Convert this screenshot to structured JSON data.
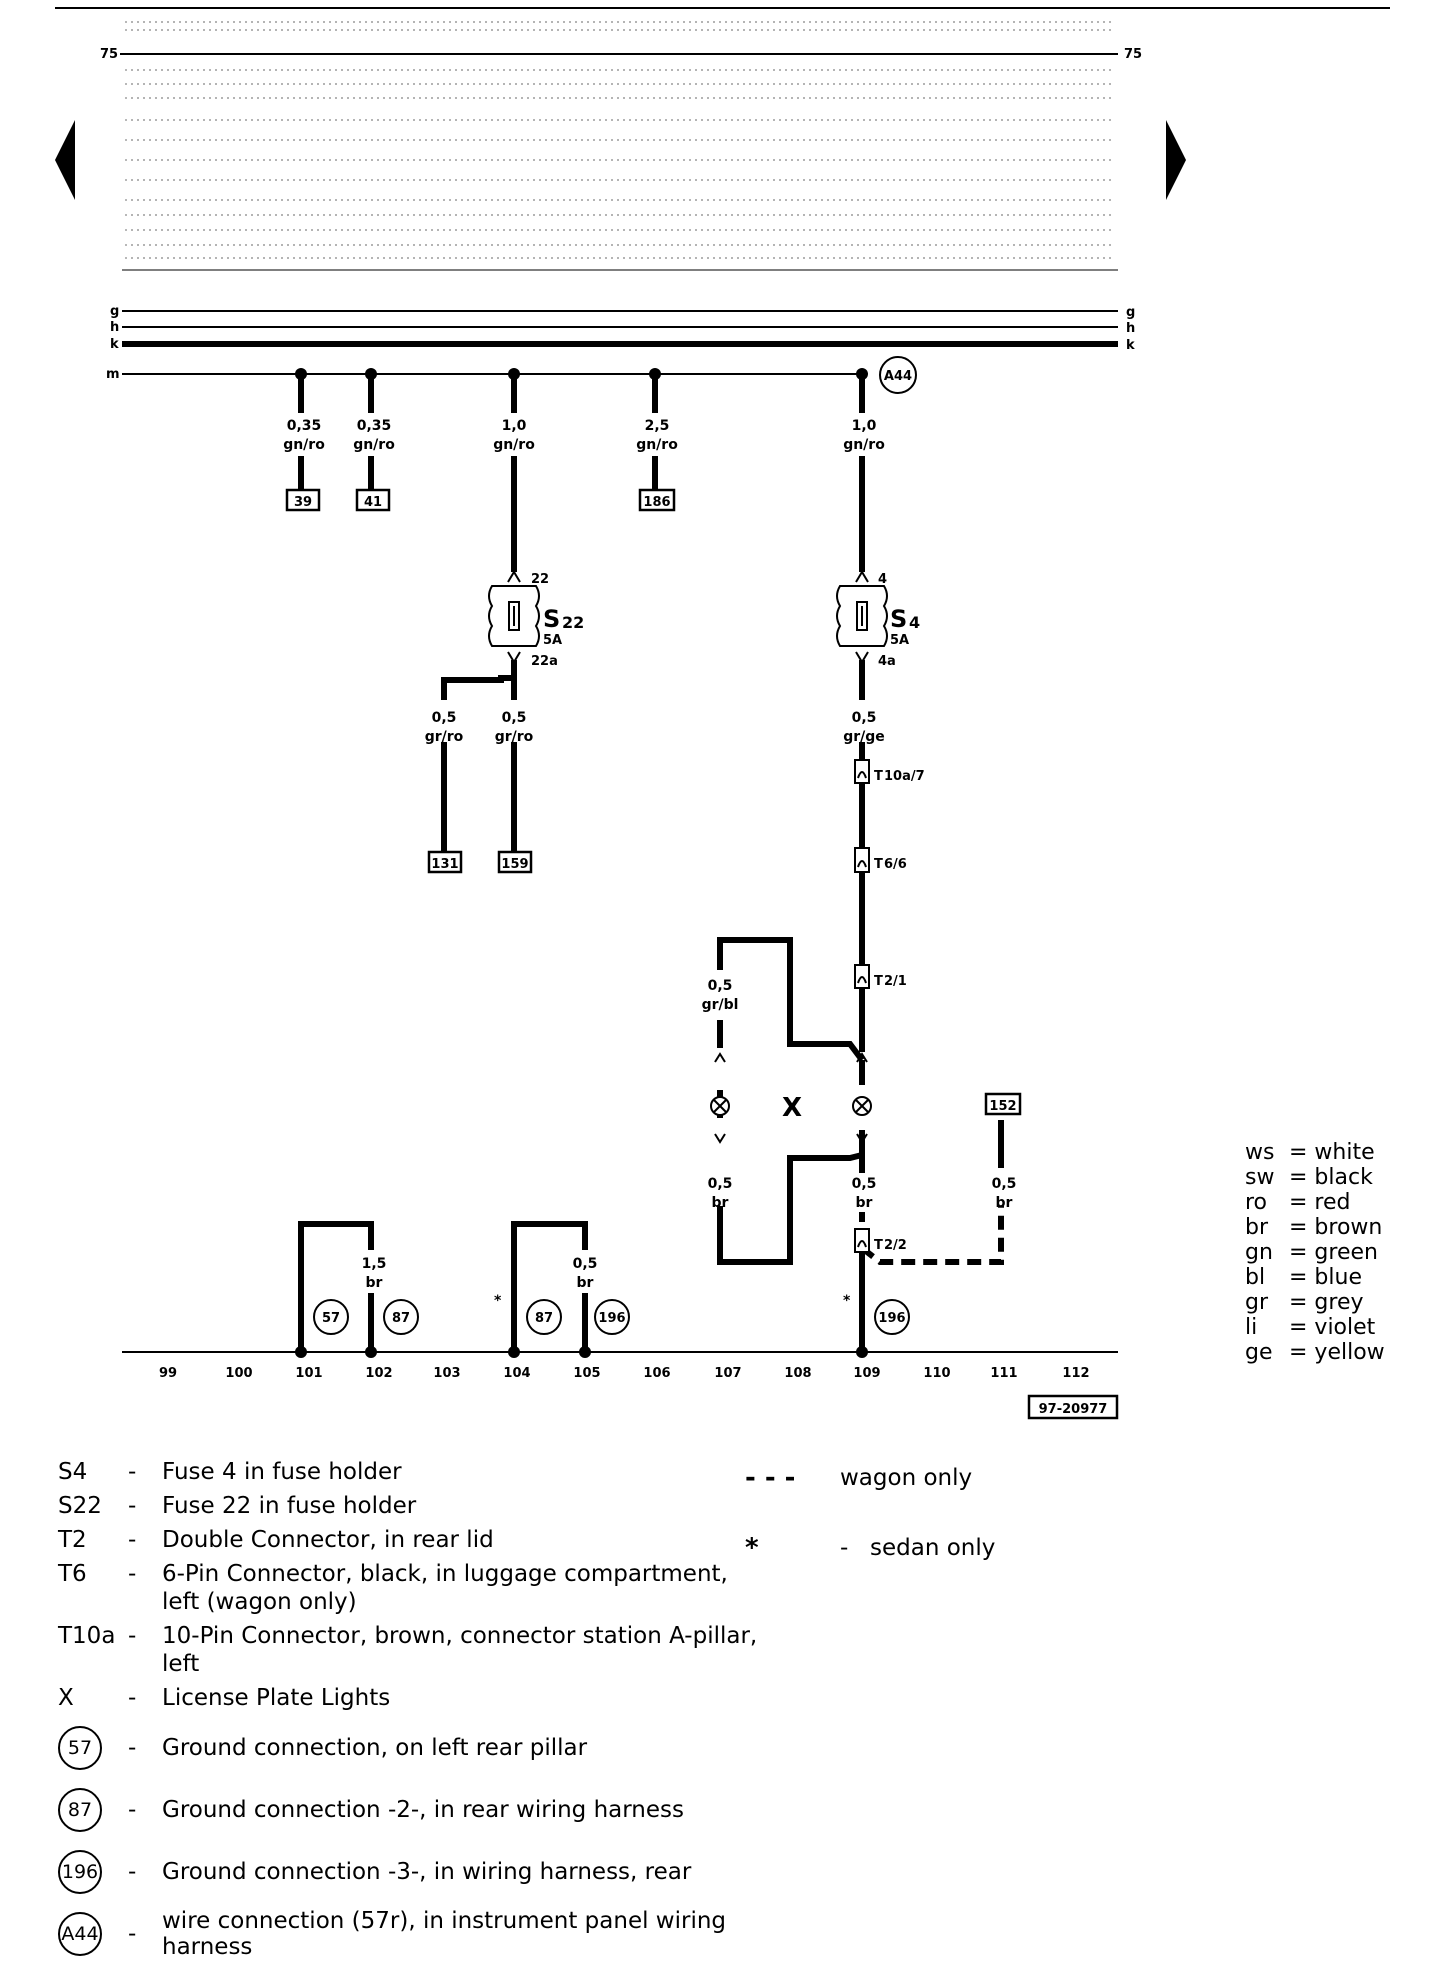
{
  "top_markers": {
    "left": "75",
    "right": "75"
  },
  "buses": [
    {
      "label_left": "g",
      "label_right": "g"
    },
    {
      "label_left": "h",
      "label_right": "h"
    },
    {
      "label_left": "k",
      "label_right": "k"
    },
    {
      "label_left": "m",
      "label_right": ""
    }
  ],
  "wires": [
    {
      "gauge": "0,35",
      "color": "gn/ro"
    },
    {
      "gauge": "0,35",
      "color": "gn/ro"
    },
    {
      "gauge": "1,0",
      "color": "gn/ro"
    },
    {
      "gauge": "2,5",
      "color": "gn/ro"
    },
    {
      "gauge": "1,0",
      "color": "gn/ro"
    },
    {
      "gauge": "0,5",
      "color": "gr/ro"
    },
    {
      "gauge": "0,5",
      "color": "gr/ro"
    },
    {
      "gauge": "0,5",
      "color": "gr/ge"
    },
    {
      "gauge": "0,5",
      "color": "gr/bl"
    },
    {
      "gauge": "0,5",
      "color": "br"
    },
    {
      "gauge": "0,5",
      "color": "br"
    },
    {
      "gauge": "0,5",
      "color": "br"
    },
    {
      "gauge": "1,5",
      "color": "br"
    },
    {
      "gauge": "0,5",
      "color": "br"
    }
  ],
  "ref_boxes": [
    "39",
    "41",
    "186",
    "131",
    "159",
    "152"
  ],
  "fuses": [
    {
      "name": "S",
      "sub": "22",
      "rating": "5A",
      "pin_in": "22",
      "pin_out": "22a"
    },
    {
      "name": "S",
      "sub": "4",
      "rating": "5A",
      "pin_in": "4",
      "pin_out": "4a"
    }
  ],
  "connectors": [
    {
      "name": "T",
      "sub": "10a/7"
    },
    {
      "name": "T",
      "sub": "6/6"
    },
    {
      "name": "T",
      "sub": "2/1"
    },
    {
      "name": "T",
      "sub": "2/2"
    }
  ],
  "component_x": "X",
  "grounds_diagram": [
    "57",
    "87",
    "87",
    "196",
    "196"
  ],
  "wire_connection": "A44",
  "star": "*",
  "track_numbers": [
    "99",
    "100",
    "101",
    "102",
    "103",
    "104",
    "105",
    "106",
    "107",
    "108",
    "109",
    "110",
    "111",
    "112"
  ],
  "diagram_id": "97-20977",
  "color_key": [
    {
      "code": "ws",
      "name": "= white"
    },
    {
      "code": "sw",
      "name": "= black"
    },
    {
      "code": "ro",
      "name": "= red"
    },
    {
      "code": "br",
      "name": "= brown"
    },
    {
      "code": "gn",
      "name": "= green"
    },
    {
      "code": "bl",
      "name": "= blue"
    },
    {
      "code": "gr",
      "name": "= grey"
    },
    {
      "code": "li",
      "name": "= violet"
    },
    {
      "code": "ge",
      "name": "= yellow"
    }
  ],
  "legend": [
    {
      "code": "S4",
      "text": "Fuse 4 in fuse holder"
    },
    {
      "code": "S22",
      "text": "Fuse 22 in fuse holder"
    },
    {
      "code": "T2",
      "text": "Double Connector, in rear lid"
    },
    {
      "code": "T6",
      "text": "6-Pin Connector, black, in luggage compartment, left (wagon only)"
    },
    {
      "code": "T10a",
      "text": "10-Pin Connector, brown, connector station A-pillar, left"
    },
    {
      "code": "X",
      "text": "License Plate Lights"
    }
  ],
  "legend_grounds": [
    {
      "code": "57",
      "text": "Ground connection, on left rear pillar"
    },
    {
      "code": "87",
      "text": "Ground connection -2-, in rear wiring harness"
    },
    {
      "code": "196",
      "text": "Ground connection -3-, in wiring harness, rear"
    },
    {
      "code": "A44",
      "text": "wire connection (57r), in instrument panel wiring harness"
    }
  ],
  "legend_dash": "-",
  "notes": [
    {
      "symbol": "- - -",
      "text": "wagon only"
    },
    {
      "symbol": "*",
      "text": "sedan only"
    }
  ]
}
